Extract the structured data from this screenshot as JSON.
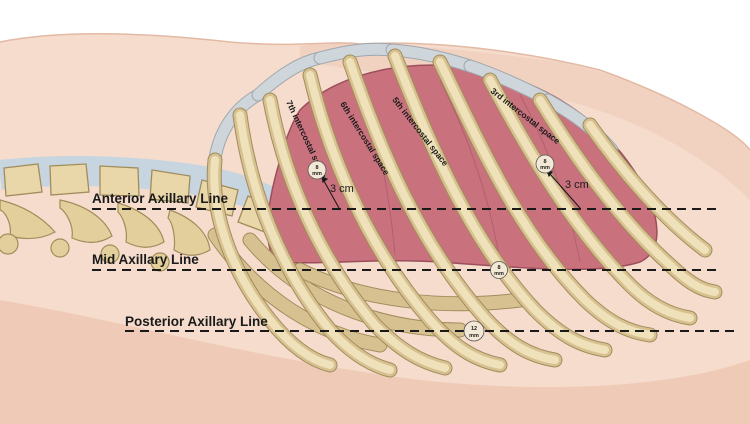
{
  "lines": {
    "anterior": "Anterior Axillary Line",
    "mid": "Mid Axillary Line",
    "posterior": "Posterior Axillary Line"
  },
  "spaces": {
    "third": "3rd intercostal space",
    "fifth": "5th intercostal space",
    "sixth": "6th intercostal space",
    "seventh": "7th intercostal space"
  },
  "distances": {
    "left": "3 cm",
    "right": "3 cm"
  },
  "markers": {
    "seventh_num": "8",
    "seventh_unit": "mm",
    "third_num": "8",
    "third_unit": "mm",
    "mid_num": "8",
    "mid_unit": "mm",
    "posterior_num": "12",
    "posterior_unit": "mm"
  },
  "colors": {
    "skin": "#f6dccc",
    "lung": "#c9727e",
    "bone": "#e9d7aa",
    "cartilage": "#cfd6db"
  }
}
